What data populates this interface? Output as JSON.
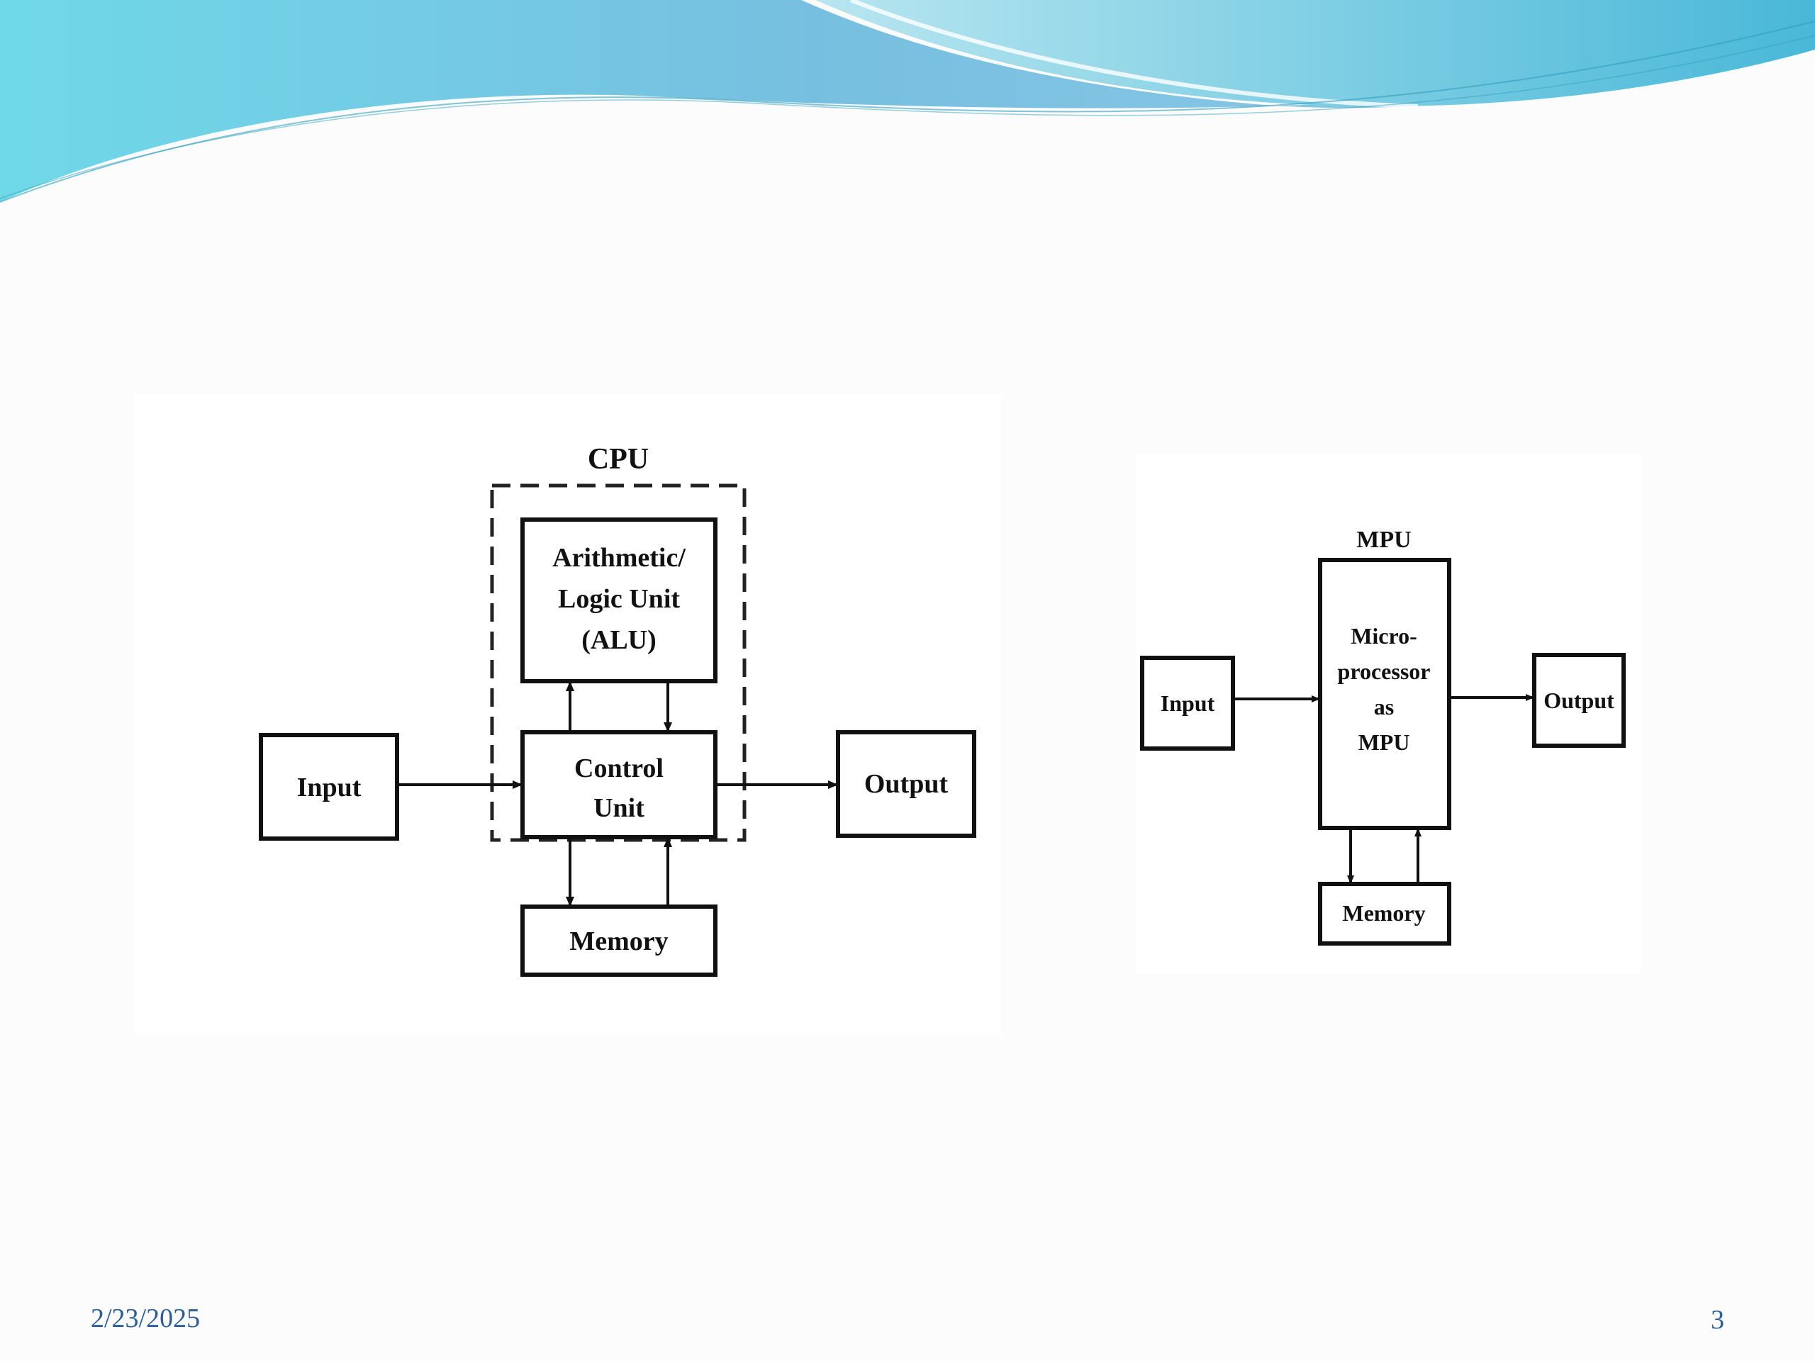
{
  "diagram_left": {
    "group_label": "CPU",
    "alu_label": [
      "Arithmetic/",
      "Logic Unit",
      "(ALU)"
    ],
    "control_label": [
      "Control",
      "Unit"
    ],
    "input_label": "Input",
    "output_label": "Output",
    "memory_label": "Memory"
  },
  "diagram_right": {
    "group_label": "MPU",
    "mpu_label": [
      "Micro-",
      "processor",
      "as",
      "MPU"
    ],
    "input_label": "Input",
    "output_label": "Output",
    "memory_label": "Memory"
  },
  "footer": {
    "date": "2/23/2025",
    "slide_number": "3"
  },
  "colors": {
    "wave_light": "#7fd6e6",
    "wave_dark": "#5fb3d6",
    "footer_text": "#2a5f9e"
  }
}
